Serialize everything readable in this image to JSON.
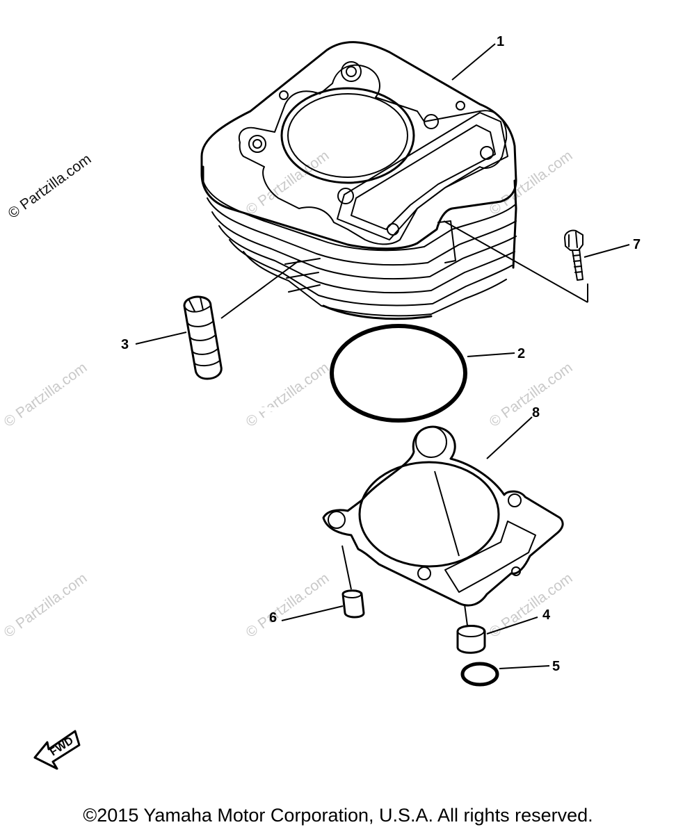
{
  "watermark": {
    "text": "© Partzilla.com"
  },
  "parts": [
    {
      "number": "1",
      "name": "cylinder-block"
    },
    {
      "number": "2",
      "name": "o-ring-large"
    },
    {
      "number": "3",
      "name": "dowel-pin-long"
    },
    {
      "number": "4",
      "name": "dowel-pin-short"
    },
    {
      "number": "5",
      "name": "o-ring-small"
    },
    {
      "number": "6",
      "name": "dowel-pin"
    },
    {
      "number": "7",
      "name": "bolt"
    },
    {
      "number": "8",
      "name": "cylinder-gasket"
    }
  ],
  "direction_indicator": {
    "label": "FWD"
  },
  "copyright": "©2015 Yamaha Motor Corporation, U.S.A. All rights reserved."
}
